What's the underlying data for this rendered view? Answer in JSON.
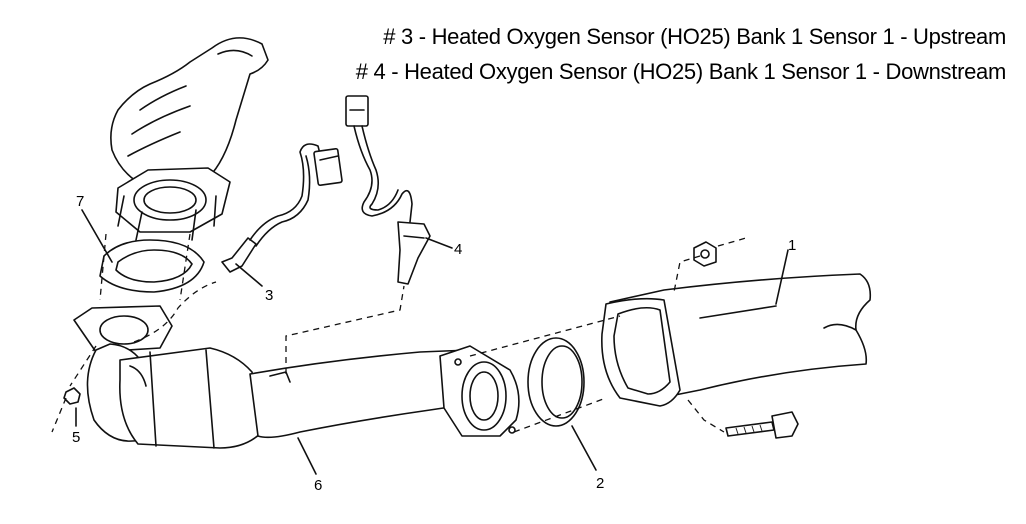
{
  "captions": {
    "line1": "# 3 - Heated Oxygen Sensor (HO25) Bank 1 Sensor 1 - Upstream",
    "line2": "# 4 - Heated Oxygen Sensor (HO25) Bank 1 Sensor 1 - Downstream"
  },
  "callouts": {
    "c1": "1",
    "c2": "2",
    "c3": "3",
    "c4": "4",
    "c5": "5",
    "c6": "6",
    "c7": "7"
  }
}
